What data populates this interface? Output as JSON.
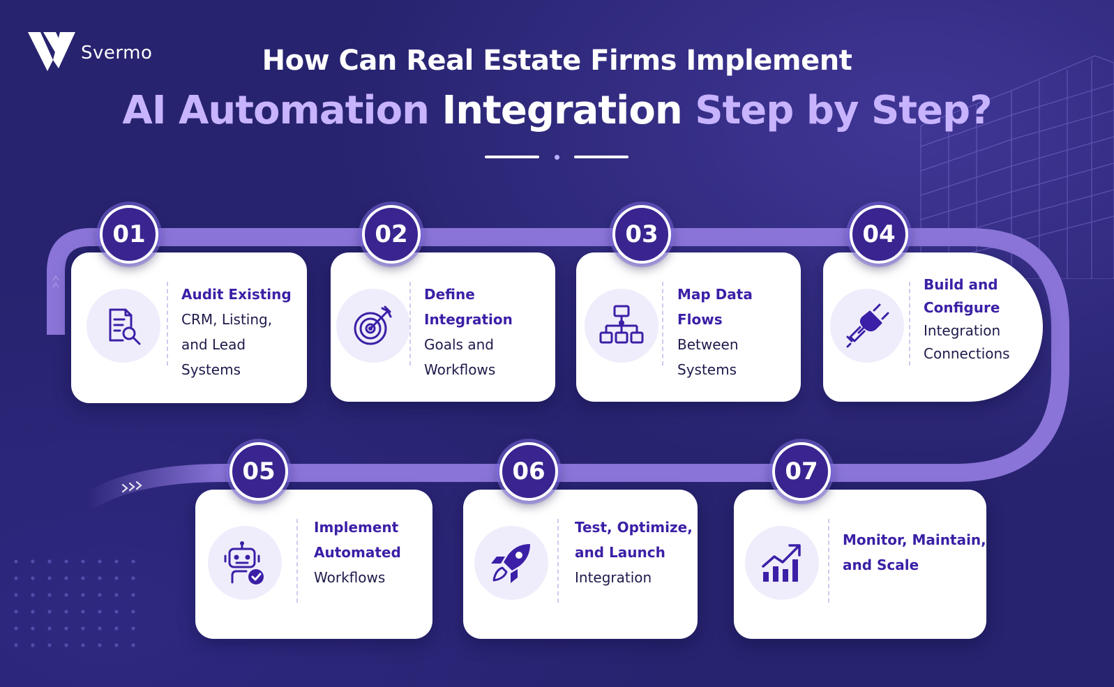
{
  "brand": {
    "name": "Svermo"
  },
  "title": {
    "line1": "How Can Real Estate Firms Implement",
    "line2_part1": "AI Automation",
    "line2_part2": "Integration",
    "line2_part3": "Step by Step?"
  },
  "colors": {
    "background": "#27236f",
    "track": "#8a74d8",
    "badge": "#3a2490",
    "accent_text": "#3b1fa6",
    "title_accent": "#c8b3ff"
  },
  "steps": [
    {
      "number": "01",
      "icon": "document-search-icon",
      "highlight": [
        "Audit Existing"
      ],
      "normal": [
        "CRM, Listing,",
        "and Lead Systems"
      ]
    },
    {
      "number": "02",
      "icon": "target-icon",
      "highlight": [
        "Define Integration"
      ],
      "normal": [
        "Goals and",
        "Workflows"
      ]
    },
    {
      "number": "03",
      "icon": "flowchart-icon",
      "highlight": [
        "Map Data Flows"
      ],
      "normal": [
        "Between",
        "Systems"
      ]
    },
    {
      "number": "04",
      "icon": "plug-icon",
      "highlight": [
        "Build and",
        "Configure"
      ],
      "normal": [
        "Integration",
        "Connections"
      ]
    },
    {
      "number": "05",
      "icon": "robot-icon",
      "highlight": [
        "Implement",
        "Automated"
      ],
      "normal": [
        "Workflows"
      ]
    },
    {
      "number": "06",
      "icon": "rocket-icon",
      "highlight": [
        "Test, Optimize,",
        "and Launch"
      ],
      "normal": [
        "Integration"
      ]
    },
    {
      "number": "07",
      "icon": "growth-chart-icon",
      "highlight": [
        "Monitor, Maintain,",
        "and Scale"
      ],
      "normal": []
    }
  ]
}
